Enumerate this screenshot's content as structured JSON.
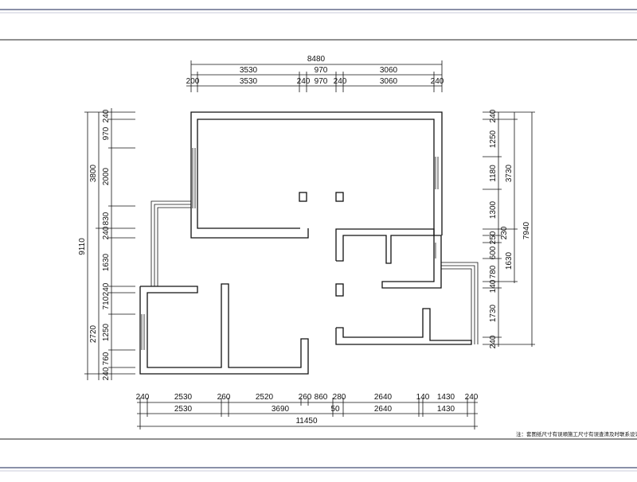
{
  "top_dims": {
    "overall": "8480",
    "row1": [
      "3530",
      "970",
      "3060"
    ],
    "row2": [
      "200",
      "3530",
      "240",
      "970",
      "240",
      "3060",
      "240"
    ]
  },
  "bottom_dims": {
    "row1": [
      "240",
      "2530",
      "260",
      "2520",
      "260",
      "860",
      "280",
      "2640",
      "140",
      "1430",
      "240"
    ],
    "row2": [
      "2530",
      "3690",
      "50",
      "2640",
      "1430"
    ],
    "overall": "11450"
  },
  "left_dims": {
    "overall": "9110",
    "group": [
      "3800",
      "2720"
    ],
    "detail": [
      "240",
      "970",
      "2000",
      "830",
      "240",
      "1630",
      "240",
      "710",
      "1250",
      "760",
      "240"
    ]
  },
  "right_dims": {
    "overall": "7940",
    "group": [
      "3730",
      "1630"
    ],
    "detail": [
      "240",
      "1250",
      "1180",
      "1300",
      "250",
      "230",
      "600",
      "780",
      "140",
      "1730",
      "240"
    ]
  },
  "note": "注：套图纸尺寸有误顺施工尺寸有误查清及时联系设计"
}
